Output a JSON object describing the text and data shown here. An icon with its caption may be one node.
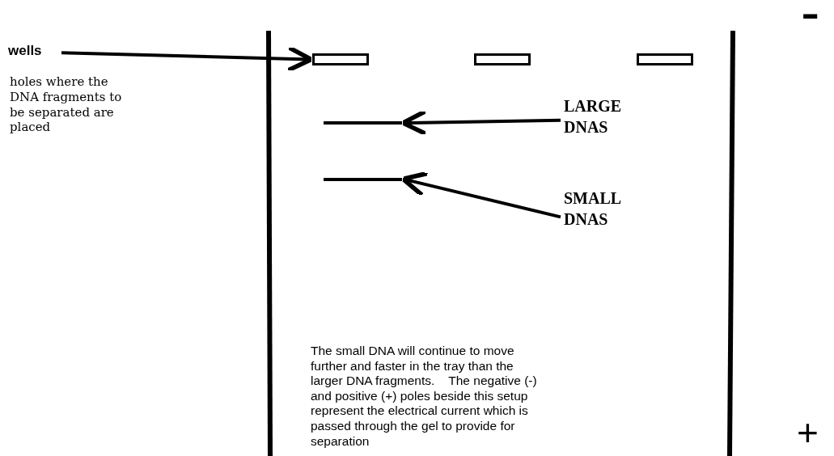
{
  "diagram": {
    "nodes": [
      {
        "text": [
          "wells"
        ]
      },
      {
        "text": [],
        "shape": "box"
      },
      {
        "text": [],
        "shape": "box"
      },
      {
        "text": [],
        "shape": "box"
      },
      {
        "text": [],
        "shape": "bar"
      },
      {
        "text": [],
        "shape": "bar"
      },
      {
        "text": [
          "LARGE DNAS"
        ]
      },
      {
        "text": [
          "SMALL DNAS"
        ]
      }
    ],
    "edges": [
      {
        "from": 0,
        "to": 1,
        "arrow": "to"
      },
      {
        "from": 6,
        "to": 4,
        "arrow": "to"
      },
      {
        "from": 7,
        "to": 5,
        "arrow": "to"
      }
    ],
    "labels": [
      "holes where the DNA fragments to be separated are placed",
      "The small DNA will continue to move further and faster in the tray than the larger DNA fragments.    The negative (-) and positive (+) poles beside this setup represent the electrical current which is passed through the gel to provide for separation",
      "-",
      "+"
    ]
  }
}
